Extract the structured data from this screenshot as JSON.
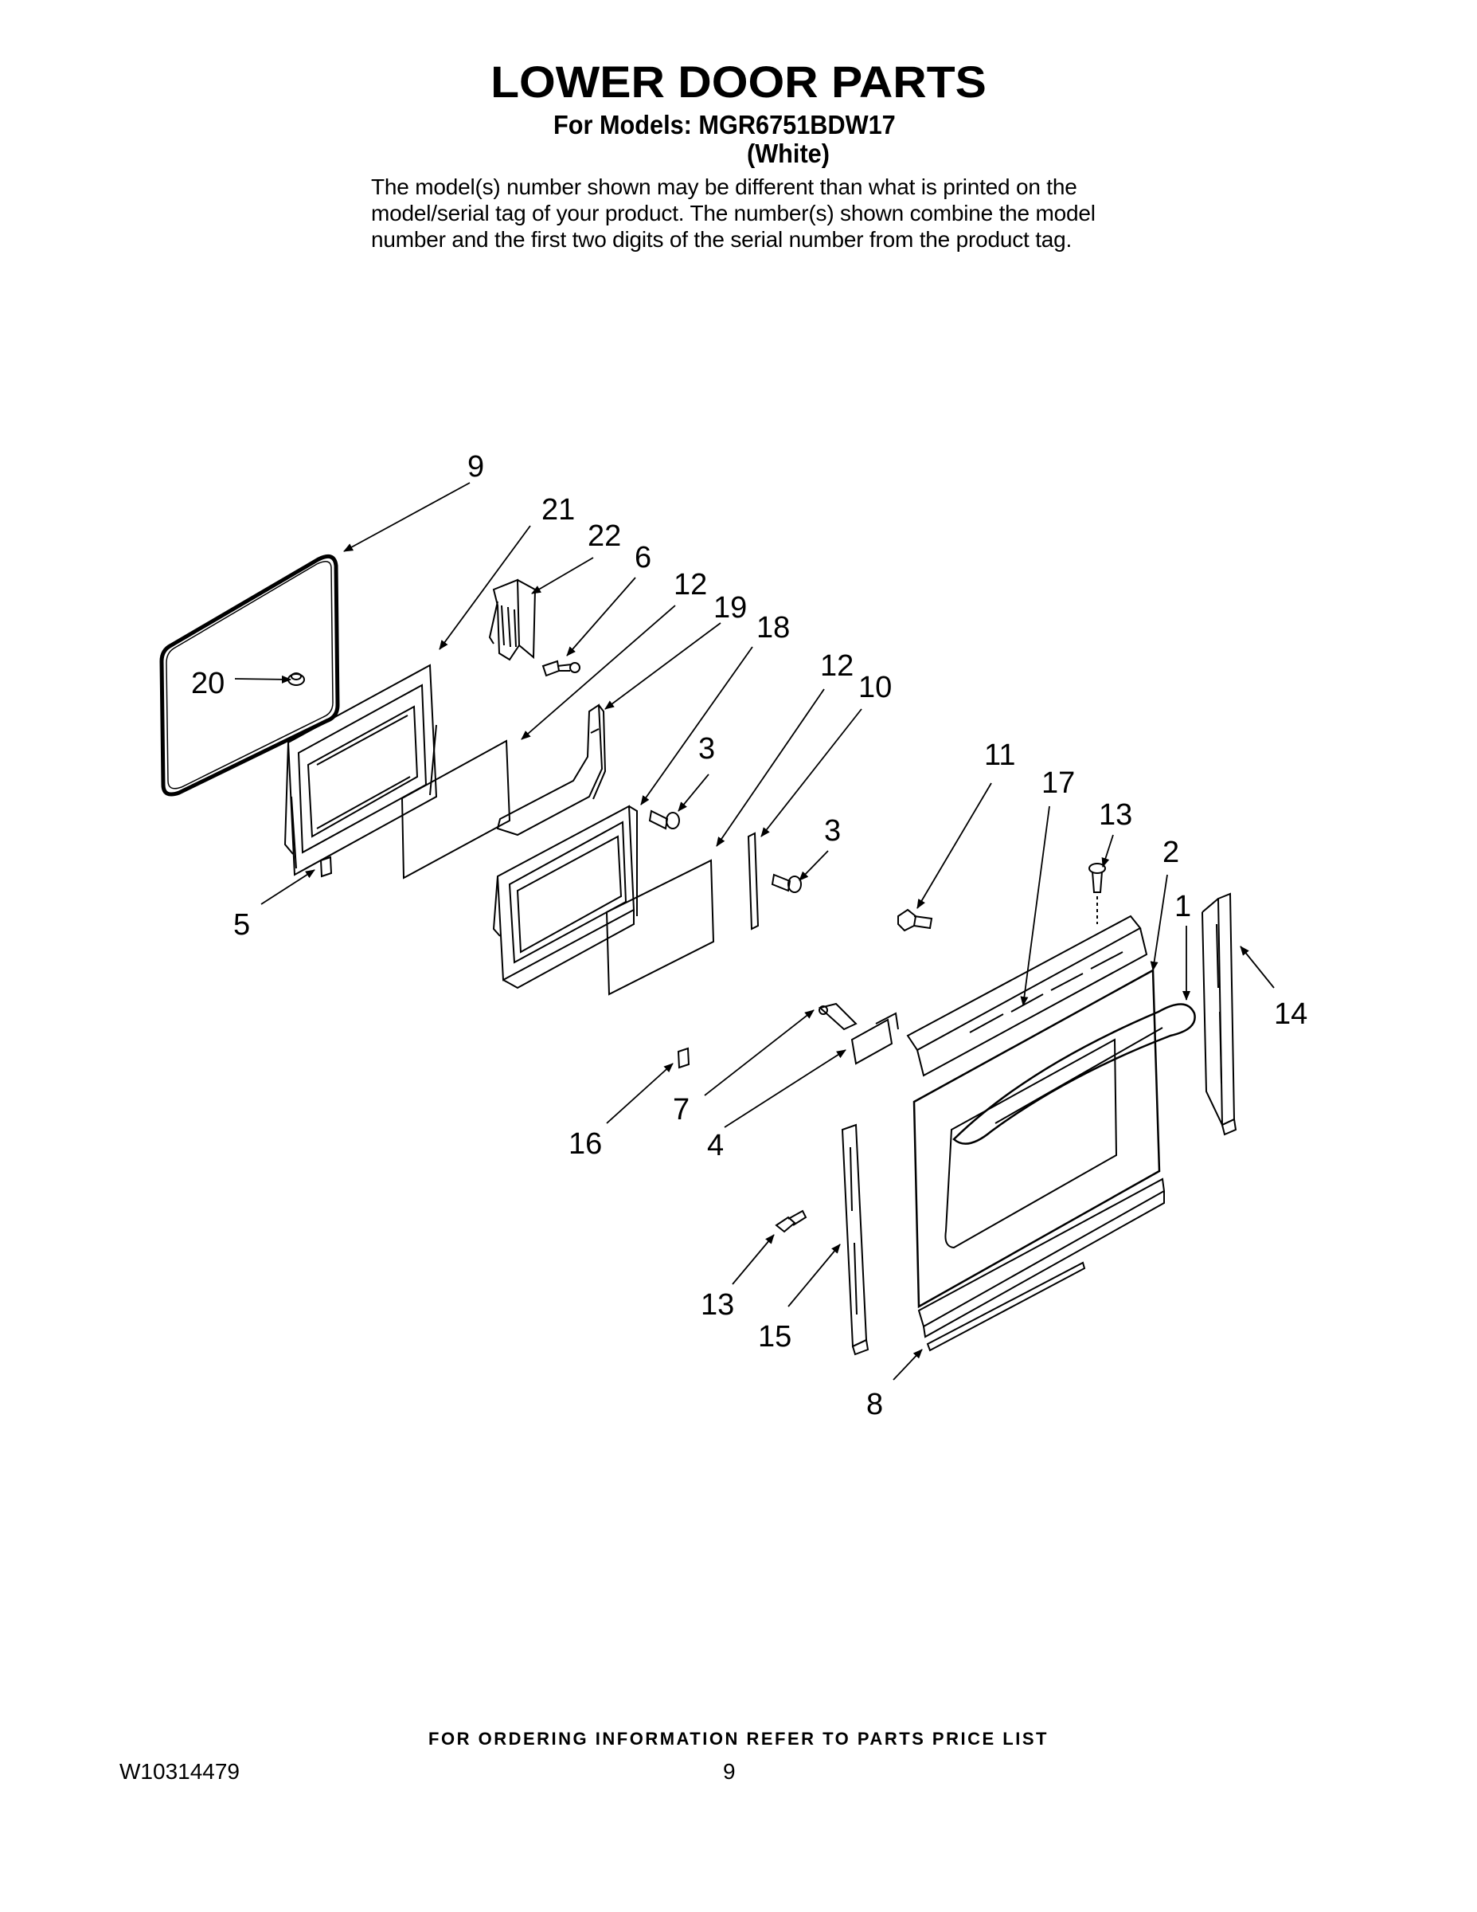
{
  "title": "LOWER DOOR PARTS",
  "models_line": "For Models: MGR6751BDW17",
  "color_line": "(White)",
  "note_lines": [
    "The model(s) number shown may be different than what is printed on the",
    "model/serial tag of your product. The number(s) shown combine the model",
    "number and the first two digits of the serial number from the product tag."
  ],
  "footer": "FOR ORDERING INFORMATION REFER TO PARTS PRICE LIST",
  "document_number": "W10314479",
  "page_number": "9",
  "callouts": [
    {
      "id": "9",
      "label": "9"
    },
    {
      "id": "21",
      "label": "21"
    },
    {
      "id": "22",
      "label": "22"
    },
    {
      "id": "6",
      "label": "6"
    },
    {
      "id": "12a",
      "label": "12"
    },
    {
      "id": "19",
      "label": "19"
    },
    {
      "id": "18",
      "label": "18"
    },
    {
      "id": "12b",
      "label": "12"
    },
    {
      "id": "10",
      "label": "10"
    },
    {
      "id": "20",
      "label": "20"
    },
    {
      "id": "3a",
      "label": "3"
    },
    {
      "id": "3b",
      "label": "3"
    },
    {
      "id": "11",
      "label": "11"
    },
    {
      "id": "17",
      "label": "17"
    },
    {
      "id": "13a",
      "label": "13"
    },
    {
      "id": "2",
      "label": "2"
    },
    {
      "id": "1",
      "label": "1"
    },
    {
      "id": "14",
      "label": "14"
    },
    {
      "id": "5",
      "label": "5"
    },
    {
      "id": "7",
      "label": "7"
    },
    {
      "id": "4",
      "label": "4"
    },
    {
      "id": "16",
      "label": "16"
    },
    {
      "id": "13b",
      "label": "13"
    },
    {
      "id": "15",
      "label": "15"
    },
    {
      "id": "8",
      "label": "8"
    }
  ]
}
